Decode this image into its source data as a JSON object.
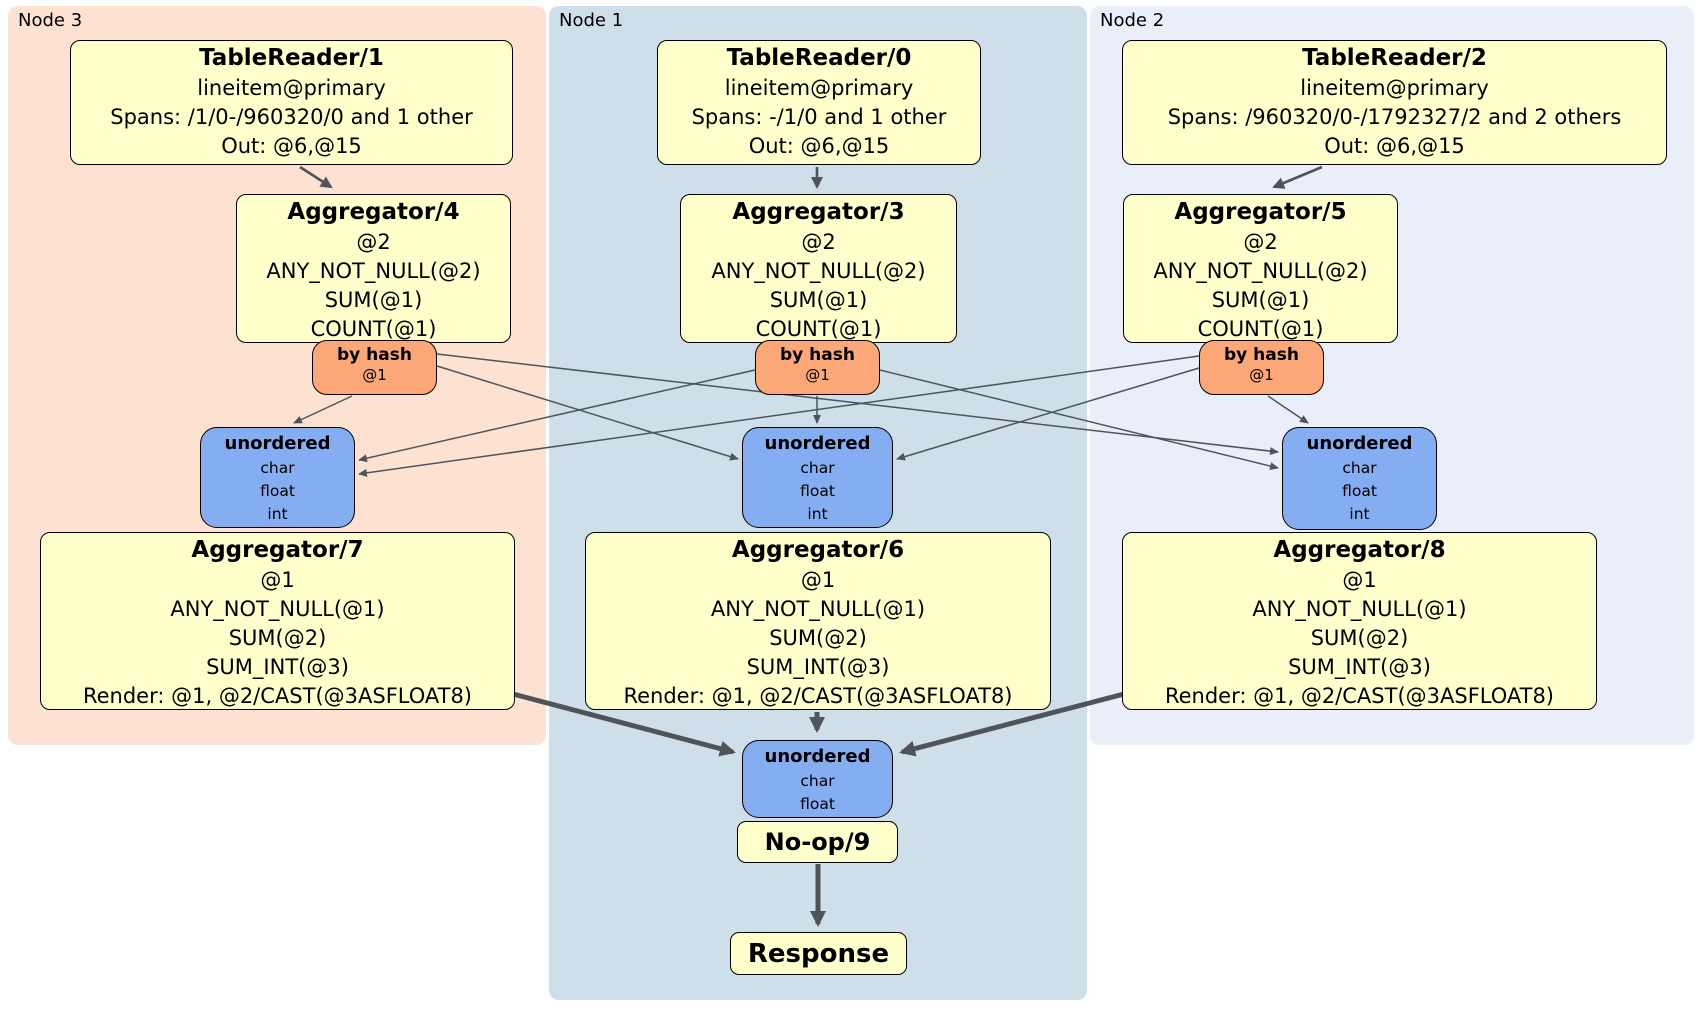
{
  "panels": {
    "node3": {
      "label": "Node 3"
    },
    "node1": {
      "label": "Node 1"
    },
    "node2": {
      "label": "Node 2"
    }
  },
  "operators": {
    "tr1": {
      "title": "TableReader/1",
      "lines": [
        "lineitem@primary",
        "Spans: /1/0-/960320/0 and 1 other",
        "Out: @6,@15"
      ]
    },
    "tr0": {
      "title": "TableReader/0",
      "lines": [
        "lineitem@primary",
        "Spans: -/1/0 and 1 other",
        "Out: @6,@15"
      ]
    },
    "tr2": {
      "title": "TableReader/2",
      "lines": [
        "lineitem@primary",
        "Spans: /960320/0-/1792327/2 and 2 others",
        "Out: @6,@15"
      ]
    },
    "agg4": {
      "title": "Aggregator/4",
      "lines": [
        "@2",
        "ANY_NOT_NULL(@2)",
        "SUM(@1)",
        "COUNT(@1)"
      ]
    },
    "agg3": {
      "title": "Aggregator/3",
      "lines": [
        "@2",
        "ANY_NOT_NULL(@2)",
        "SUM(@1)",
        "COUNT(@1)"
      ]
    },
    "agg5": {
      "title": "Aggregator/5",
      "lines": [
        "@2",
        "ANY_NOT_NULL(@2)",
        "SUM(@1)",
        "COUNT(@1)"
      ]
    },
    "agg7": {
      "title": "Aggregator/7",
      "lines": [
        "@1",
        "ANY_NOT_NULL(@1)",
        "SUM(@2)",
        "SUM_INT(@3)",
        "Render: @1, @2/CAST(@3ASFLOAT8)"
      ]
    },
    "agg6": {
      "title": "Aggregator/6",
      "lines": [
        "@1",
        "ANY_NOT_NULL(@1)",
        "SUM(@2)",
        "SUM_INT(@3)",
        "Render: @1, @2/CAST(@3ASFLOAT8)"
      ]
    },
    "agg8": {
      "title": "Aggregator/8",
      "lines": [
        "@1",
        "ANY_NOT_NULL(@1)",
        "SUM(@2)",
        "SUM_INT(@3)",
        "Render: @1, @2/CAST(@3ASFLOAT8)"
      ]
    },
    "noop": {
      "title": "No-op/9"
    },
    "response": {
      "title": "Response"
    }
  },
  "routers": {
    "hash_left": {
      "title": "by hash",
      "lines": [
        "@1"
      ]
    },
    "hash_mid": {
      "title": "by hash",
      "lines": [
        "@1"
      ]
    },
    "hash_right": {
      "title": "by hash",
      "lines": [
        "@1"
      ]
    }
  },
  "syncs": {
    "unord_left": {
      "title": "unordered",
      "lines": [
        "char",
        "float",
        "int"
      ]
    },
    "unord_mid": {
      "title": "unordered",
      "lines": [
        "char",
        "float",
        "int"
      ]
    },
    "unord_right": {
      "title": "unordered",
      "lines": [
        "char",
        "float",
        "int"
      ]
    },
    "unord_bottom": {
      "title": "unordered",
      "lines": [
        "char",
        "float"
      ]
    }
  },
  "colors": {
    "node3_bg": "#fde2d1",
    "node1_bg": "#cfdfe9",
    "node2_bg": "#e9eef8",
    "operator_fill": "#ffffcc",
    "router_fill": "#fba778",
    "sync_fill": "#84adf2",
    "edge": "#4e545a",
    "border": "#000000"
  }
}
